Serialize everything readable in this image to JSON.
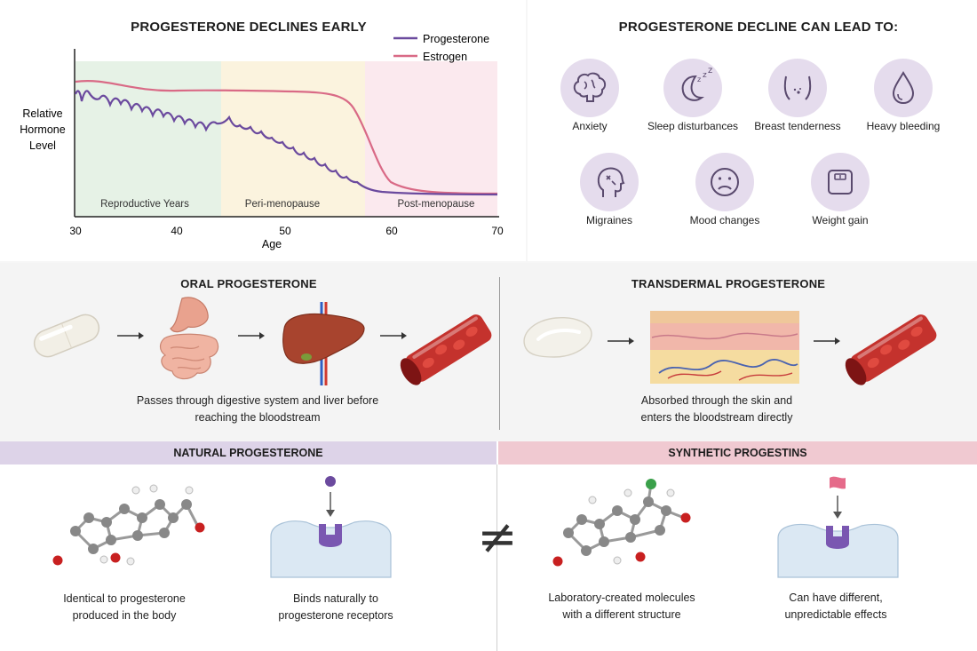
{
  "chart": {
    "title": "PROGESTERONE DECLINES EARLY",
    "ylabel_lines": [
      "Relative",
      "Hormone",
      "Level"
    ],
    "xlabel": "Age",
    "x_ticks": [
      "30",
      "40",
      "50",
      "60",
      "70"
    ],
    "legend": [
      {
        "name": "Progesterone",
        "color": "#6b4a9e"
      },
      {
        "name": "Estrogen",
        "color": "#d96a86"
      }
    ],
    "phases": [
      {
        "label": "Reproductive Years",
        "color": "#e6f2e6"
      },
      {
        "label": "Peri-menopause",
        "color": "#fbf3de"
      },
      {
        "label": "Post-menopause",
        "color": "#fbe9ee"
      }
    ]
  },
  "chart_data": {
    "type": "line",
    "title": "PROGESTERONE DECLINES EARLY",
    "xlabel": "Age",
    "ylabel": "Relative Hormone Level",
    "xlim": [
      30,
      70
    ],
    "ylim": [
      0,
      1
    ],
    "grid": false,
    "legend_placement": "top-right",
    "regions": [
      {
        "label": "Reproductive Years",
        "x": [
          30,
          44.3
        ]
      },
      {
        "label": "Peri-menopause",
        "x": [
          44.3,
          57.5
        ]
      },
      {
        "label": "Post-menopause",
        "x": [
          57.5,
          70
        ]
      }
    ],
    "series": [
      {
        "name": "Progesterone",
        "x": [
          30,
          35,
          40,
          44,
          48,
          52,
          55,
          57,
          60,
          65,
          70
        ],
        "y": [
          0.86,
          0.76,
          0.67,
          0.57,
          0.47,
          0.35,
          0.22,
          0.12,
          0.07,
          0.05,
          0.05
        ]
      },
      {
        "name": "Estrogen",
        "x": [
          30,
          35,
          40,
          44,
          48,
          52,
          55,
          57,
          58,
          60,
          62,
          65,
          70
        ],
        "y": [
          0.9,
          0.86,
          0.87,
          0.85,
          0.85,
          0.84,
          0.8,
          0.7,
          0.58,
          0.3,
          0.12,
          0.06,
          0.06
        ]
      }
    ]
  },
  "effects": {
    "title": "PROGESTERONE DECLINE CAN LEAD TO:",
    "items": [
      {
        "label": "Anxiety",
        "icon": "brain-icon"
      },
      {
        "label": "Sleep disturbances",
        "icon": "moon-sleep-icon"
      },
      {
        "label": "Breast tenderness",
        "icon": "breast-icon"
      },
      {
        "label": "Heavy bleeding",
        "icon": "drop-icon"
      },
      {
        "label": "Migraines",
        "icon": "head-pain-icon"
      },
      {
        "label": "Mood changes",
        "icon": "sad-face-icon"
      },
      {
        "label": "Weight gain",
        "icon": "scale-icon"
      }
    ],
    "icon_bg": "#e5dced",
    "icon_stroke": "#5a4a6e"
  },
  "oral": {
    "title": "ORAL PROGESTERONE",
    "caption_lines": [
      "Passes through digestive system and liver before",
      "reaching the bloodstream"
    ]
  },
  "transdermal": {
    "title": "TRANSDERMAL PROGESTERONE",
    "caption_lines": [
      "Absorbed through the skin and",
      "enters the bloodstream directly"
    ]
  },
  "natural": {
    "title": "NATURAL PROGESTERONE",
    "band_color": "#ddd3e8",
    "caption1_lines": [
      "Identical to progesterone",
      "produced in the body"
    ],
    "caption2_lines": [
      "Binds naturally to",
      "progesterone receptors"
    ]
  },
  "synthetic": {
    "title": "SYNTHETIC PROGESTINS",
    "band_color": "#f0c9d1",
    "caption1_lines": [
      "Laboratory-created molecules",
      "with a different structure"
    ],
    "caption2_lines": [
      "Can have different,",
      "unpredictable effects"
    ]
  },
  "not_equal_symbol": "≠"
}
